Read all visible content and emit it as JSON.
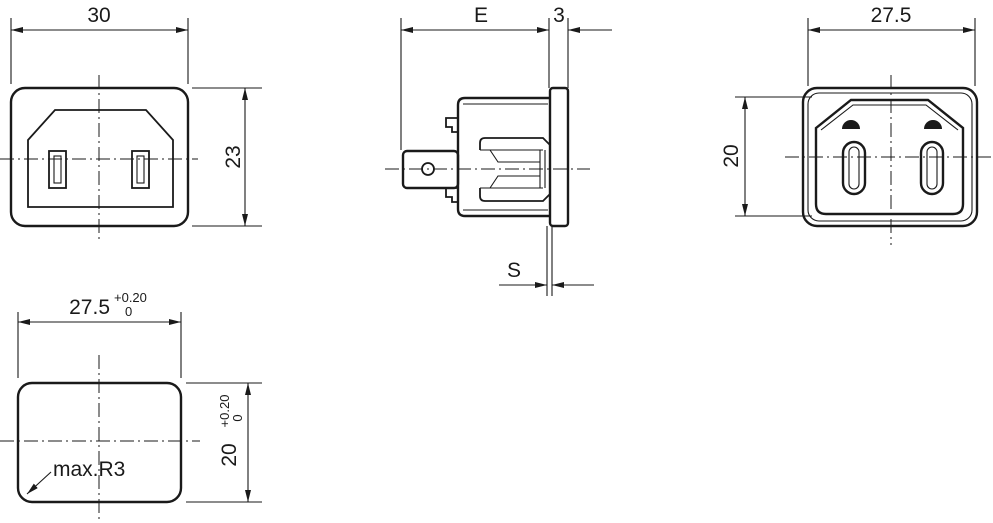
{
  "labels": {
    "front_width": "30",
    "front_height": "23",
    "side_depth": "E",
    "side_flange": "3",
    "side_panel": "S",
    "back_width": "27.5",
    "back_height": "20",
    "cutout_width": "27.5",
    "cutout_width_tol_upper": "+0.20",
    "cutout_width_tol_lower": "0",
    "cutout_height": "20",
    "cutout_height_tol_upper": "+0.20",
    "cutout_height_tol_lower": "0",
    "cutout_radius": "max.R3"
  }
}
